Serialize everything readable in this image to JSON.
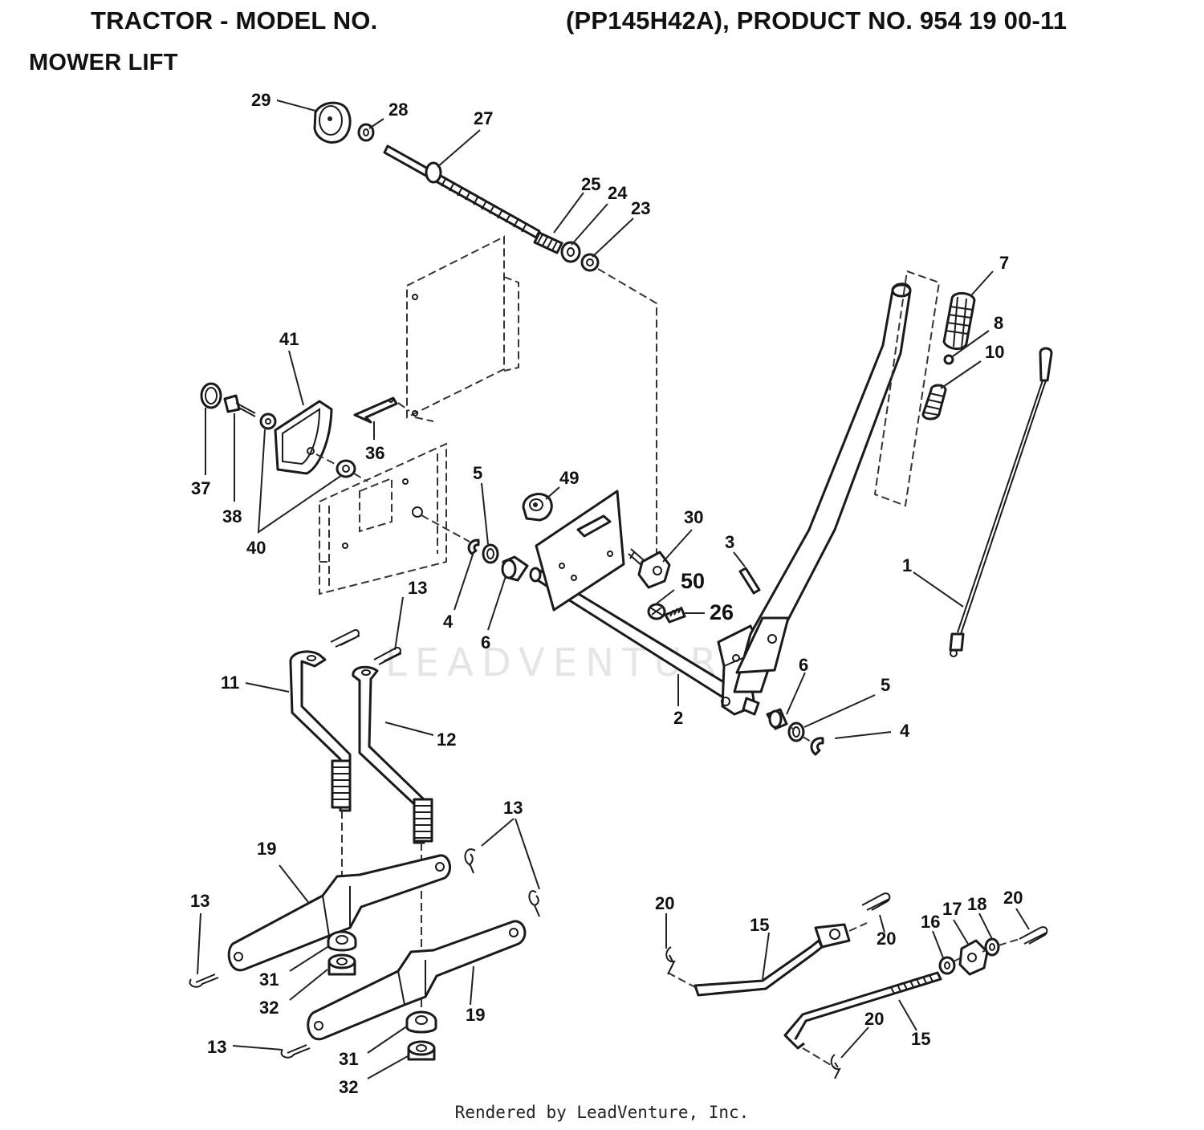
{
  "header": {
    "title_left": "TRACTOR - MODEL NO.",
    "title_right": "(PP145H42A), PRODUCT NO. 954 19 00-11",
    "subtitle": "MOWER LIFT"
  },
  "watermark": "LEADVENTURE",
  "footer": "Rendered by LeadVenture, Inc.",
  "callouts": [
    "29",
    "28",
    "27",
    "25",
    "24",
    "23",
    "7",
    "8",
    "10",
    "41",
    "37",
    "38",
    "40",
    "36",
    "5",
    "49",
    "30",
    "3",
    "1",
    "50",
    "26",
    "4",
    "6",
    "13",
    "11",
    "12",
    "2",
    "6",
    "5",
    "4",
    "13",
    "19",
    "13",
    "13",
    "31",
    "32",
    "19",
    "31",
    "32",
    "20",
    "15",
    "20",
    "16",
    "17",
    "18",
    "20",
    "20",
    "15"
  ]
}
